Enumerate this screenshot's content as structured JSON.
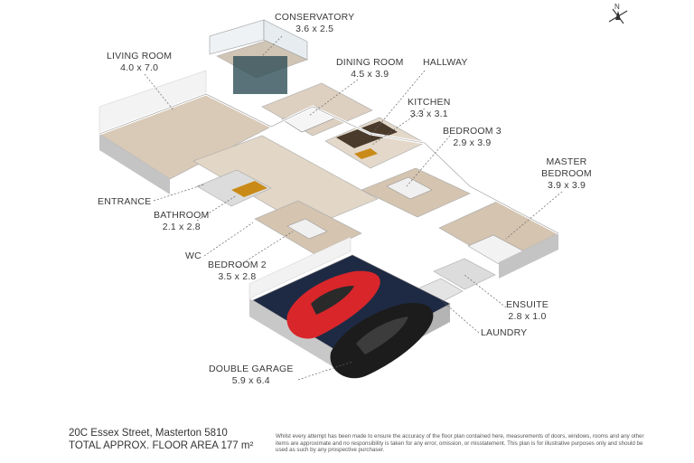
{
  "rooms": {
    "conservatory": {
      "name": "CONSERVATORY",
      "dims": "3.6 x 2.5"
    },
    "living": {
      "name": "LIVING ROOM",
      "dims": "4.0 x 7.0"
    },
    "dining": {
      "name": "DINING ROOM",
      "dims": "4.5 x 3.9"
    },
    "hallway": {
      "name": "HALLWAY",
      "dims": ""
    },
    "kitchen": {
      "name": "KITCHEN",
      "dims": "3.3 x 3.1"
    },
    "bedroom3": {
      "name": "BEDROOM 3",
      "dims": "2.9 x 3.9"
    },
    "master": {
      "name": "MASTER BEDROOM",
      "dims": "3.9 x 3.9"
    },
    "entrance": {
      "name": "ENTRANCE",
      "dims": ""
    },
    "bathroom": {
      "name": "BATHROOM",
      "dims": "2.1 x 2.8"
    },
    "wc": {
      "name": "WC",
      "dims": ""
    },
    "bedroom2": {
      "name": "BEDROOM 2",
      "dims": "3.5 x 2.8"
    },
    "ensuite": {
      "name": "ENSUITE",
      "dims": "2.8 x 1.0"
    },
    "laundry": {
      "name": "LAUNDRY",
      "dims": ""
    },
    "garage": {
      "name": "DOUBLE GARAGE",
      "dims": "5.9 x 6.4"
    }
  },
  "footer": {
    "address": "20C Essex Street, Masterton 5810",
    "area": "TOTAL APPROX. FLOOR AREA 177 m²",
    "disclaimer": "Whilst every attempt has been made to ensure the accuracy of the floor plan contained here, measurements of doors, windows, rooms and any other items are approximate and no responsibility is taken for any error, omission, or misstatement. This plan is for illustrative purposes only and should be used as such by any prospective purchaser."
  },
  "compass": {
    "label": "N",
    "icon": "north-arrow-icon"
  },
  "colors": {
    "floor": "#d8c8b4",
    "wall": "#f2f2f2",
    "wall_side": "#bcbcbc",
    "garage_floor": "#1e2a44",
    "red_car": "#d8262b",
    "black_car": "#1c1c1c",
    "accent_floor": "#c98a17"
  }
}
